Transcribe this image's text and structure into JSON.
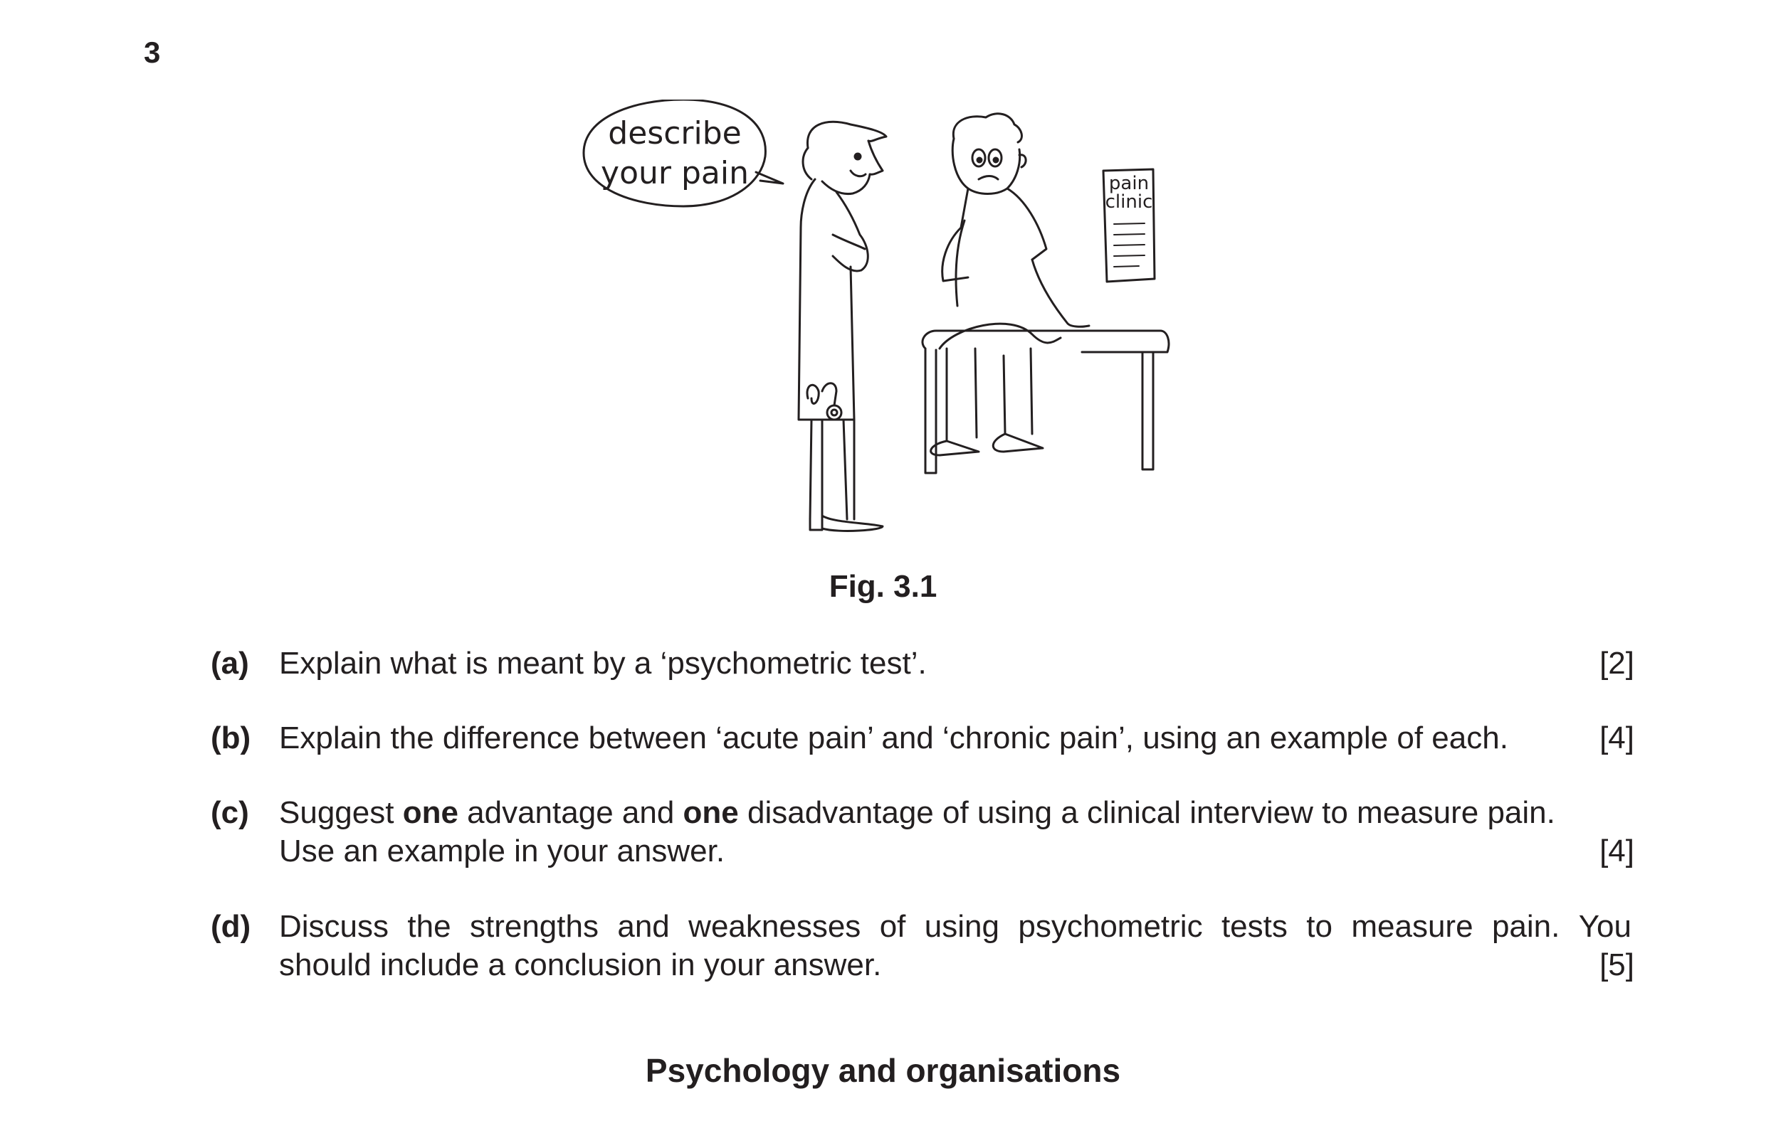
{
  "page_number": "3",
  "figure": {
    "speech_bubble": [
      "describe",
      "your pain"
    ],
    "poster": [
      "pain",
      "clinic"
    ],
    "caption": "Fig. 3.1"
  },
  "questions": {
    "a": {
      "label": "(a)",
      "text": "Explain what is meant by a ‘psychometric test’.",
      "mark": "[2]"
    },
    "b": {
      "label": "(b)",
      "text": "Explain the difference between ‘acute pain’ and ‘chronic pain’, using an example of each.",
      "mark": "[4]"
    },
    "c": {
      "label": "(c)",
      "text_1": "Suggest ",
      "bold_1": "one",
      "text_2": " advantage and ",
      "bold_2": "one",
      "text_3": " disadvantage of using a clinical interview to measure pain.",
      "line_2": "Use an example in your answer.",
      "mark": "[4]"
    },
    "d": {
      "label": "(d)",
      "line_1_words": [
        "Discuss",
        "the",
        "strengths",
        "and",
        "weaknesses",
        "of",
        "using",
        "psychometric",
        "tests",
        "to",
        "measure",
        "pain.",
        "You"
      ],
      "line_2": "should include a conclusion in your answer.",
      "mark": "[5]"
    }
  },
  "section_heading": "Psychology and organisations"
}
